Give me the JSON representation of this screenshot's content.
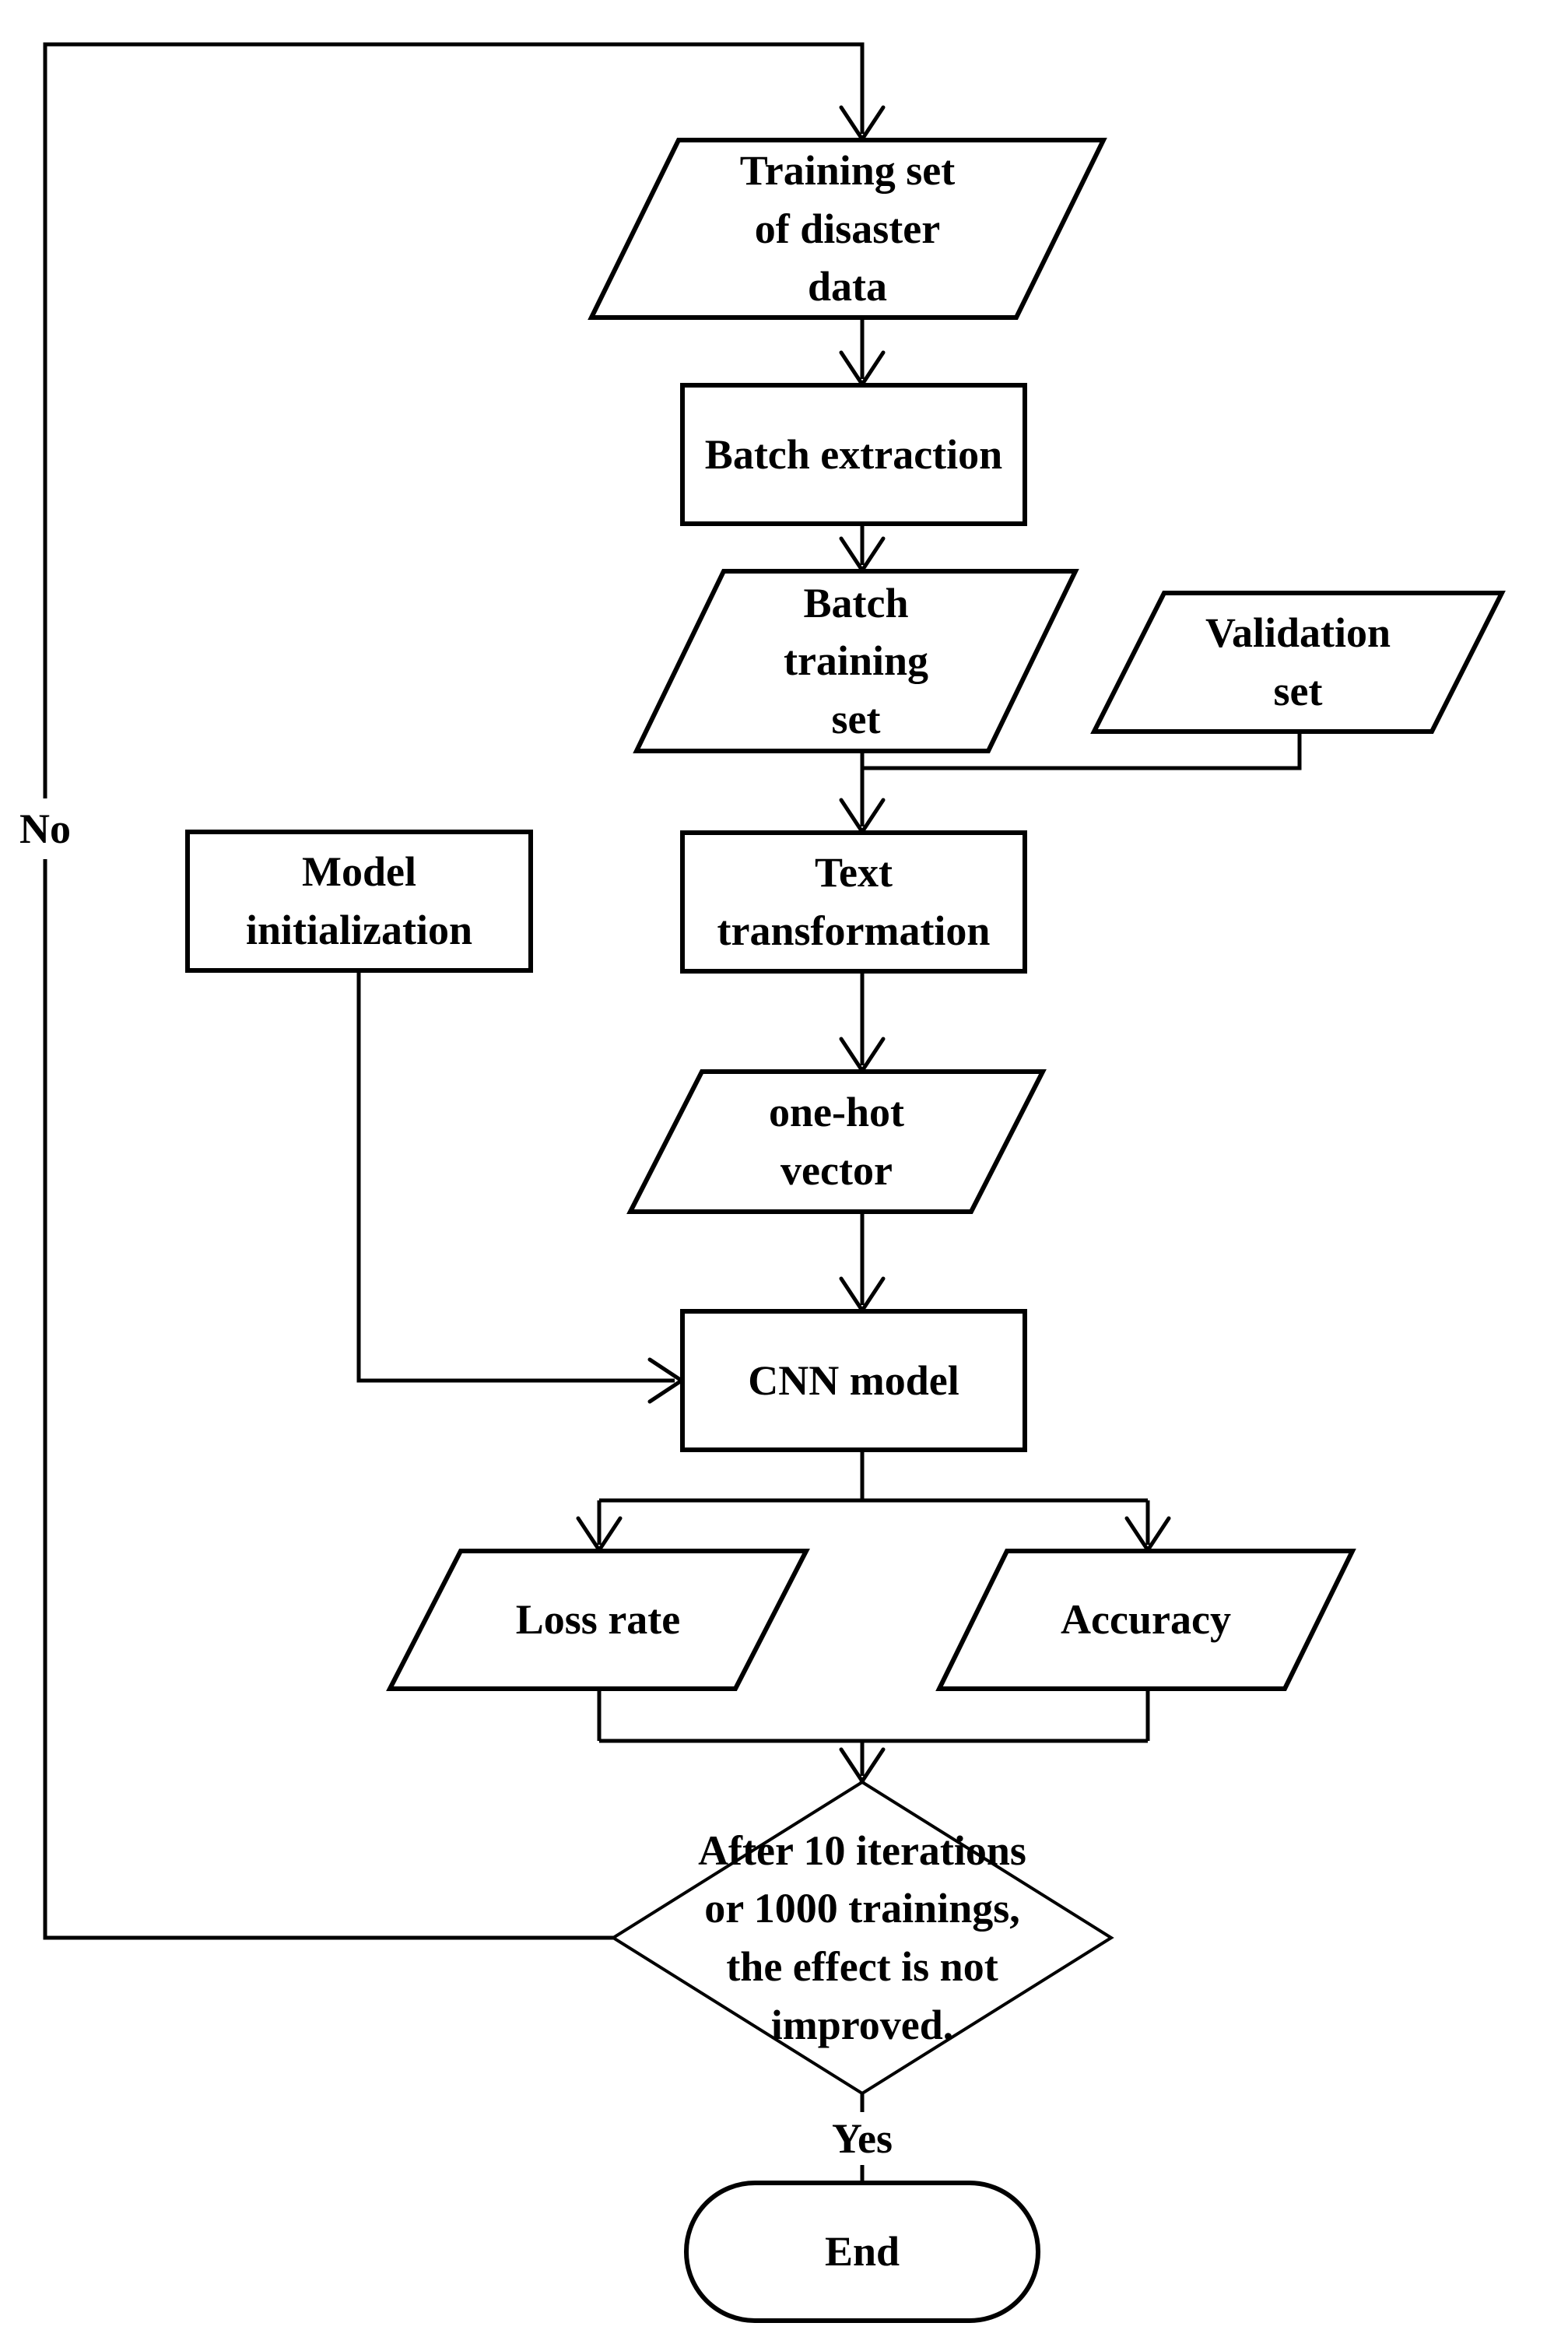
{
  "diagram": {
    "type": "flowchart",
    "background_color": "#ffffff",
    "stroke_color": "#000000",
    "fill_color": "#ffffff",
    "nodes": {
      "training_set": {
        "shape": "parallelogram",
        "label": "Training set\nof disaster\ndata"
      },
      "batch_extraction": {
        "shape": "rectangle",
        "label": "Batch extraction"
      },
      "batch_training_set": {
        "shape": "parallelogram",
        "label": "Batch\ntraining\nset"
      },
      "validation_set": {
        "shape": "parallelogram",
        "label": "Validation\nset"
      },
      "model_initialization": {
        "shape": "rectangle",
        "label": "Model\ninitialization"
      },
      "text_transformation": {
        "shape": "rectangle",
        "label": "Text\ntransformation"
      },
      "one_hot_vector": {
        "shape": "parallelogram",
        "label": "one-hot\nvector"
      },
      "cnn_model": {
        "shape": "rectangle",
        "label": "CNN model"
      },
      "loss_rate": {
        "shape": "parallelogram",
        "label": "Loss rate"
      },
      "accuracy": {
        "shape": "parallelogram",
        "label": "Accuracy"
      },
      "decision": {
        "shape": "diamond",
        "label": "After 10 iterations\nor 1000 trainings,\nthe effect is not\nimproved."
      },
      "end": {
        "shape": "terminator",
        "label": "End"
      }
    },
    "edge_labels": {
      "yes": "Yes",
      "no": "No"
    }
  }
}
